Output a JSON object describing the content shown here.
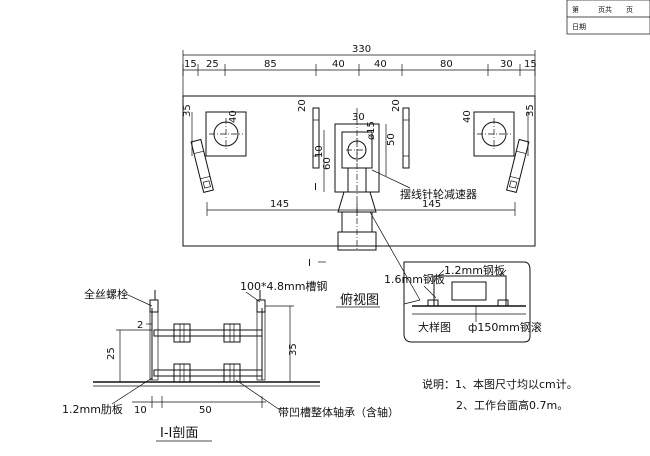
{
  "title_block": {
    "sheet_prefix": "第",
    "sheet_mid": "页共",
    "sheet_suffix": "页",
    "date_label": "日期"
  },
  "top_view": {
    "overall_width": "330",
    "segments": [
      "15",
      "25",
      "85",
      "40",
      "40",
      "80",
      "30",
      "15"
    ],
    "dim_35_left": "35",
    "dim_40_left": "40",
    "dim_20_left": "20",
    "dim_30_center": "30",
    "dim_phi15": "ø15",
    "dim_50": "50",
    "dim_20_right": "20",
    "dim_35_right": "35",
    "dim_40_right": "40",
    "dim_60": "60",
    "dim_10": "10",
    "section_mark_top": "I",
    "section_mark_bottom": "I",
    "dim_145_left": "145",
    "dim_145_right": "145",
    "reducer_label": "摆线针轮减速器",
    "view_title": "俯视图"
  },
  "detail": {
    "plate_16": "1.6mm钢板",
    "plate_12": "1.2mm钢板",
    "title": "大样图",
    "roller": "ф150mm钢滚"
  },
  "section": {
    "bolt_label": "全丝螺栓",
    "channel_label": "100*4.8mm槽钢",
    "dim_2": "2",
    "dim_25": "25",
    "dim_35": "35",
    "rib_label": "1.2mm肋板",
    "dim_10": "10",
    "dim_50": "50",
    "bearing_label": "带凹槽整体轴承（含轴）",
    "title": "I-I剖面"
  },
  "notes": {
    "line1": "说明：1、本图尺寸均以cm计。",
    "line2": "2、工作台面高0.7m。"
  }
}
